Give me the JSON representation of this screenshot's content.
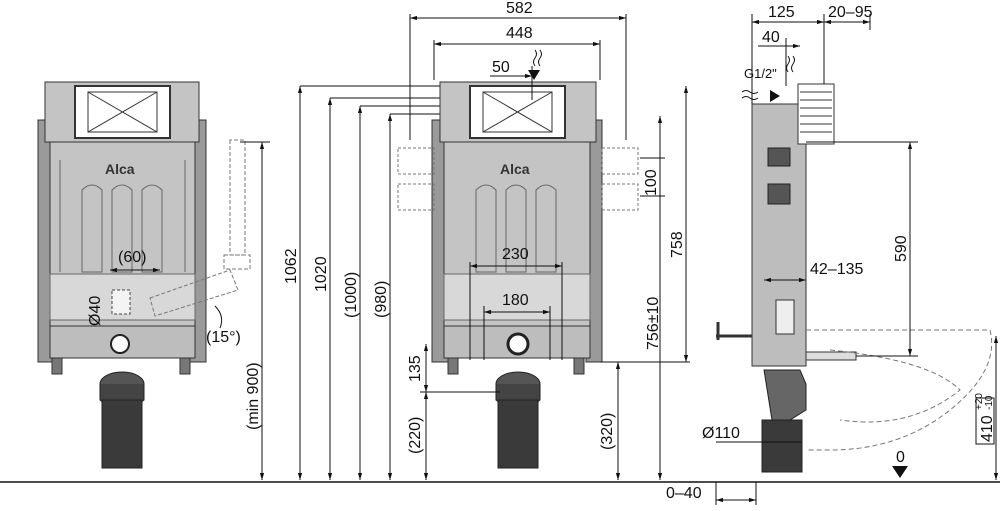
{
  "brand": "Alca",
  "dimensions": {
    "width_582": "582",
    "width_448": "448",
    "offset_50": "50",
    "depth_125": "125",
    "depth_20_95": "20–95",
    "offset_40": "40",
    "thread_g12": "G1/2\"",
    "height_1062": "1062",
    "height_1020": "1020",
    "height_1000": "(1000)",
    "height_980": "(980)",
    "height_758": "758",
    "height_100": "100",
    "width_230": "230",
    "width_180": "180",
    "height_756": "756±10",
    "height_135": "135",
    "height_220": "(220)",
    "height_320": "(320)",
    "offset_60": "(60)",
    "diam_40": "Ø40",
    "angle_15": "(15°)",
    "min_900": "(min 900)",
    "height_590": "590",
    "range_42_135": "42–135",
    "diam_110": "Ø110",
    "range_0_40": "0–40",
    "level_0": "0",
    "height_410": "410",
    "tol_plus": "+20",
    "tol_minus": "-10"
  }
}
